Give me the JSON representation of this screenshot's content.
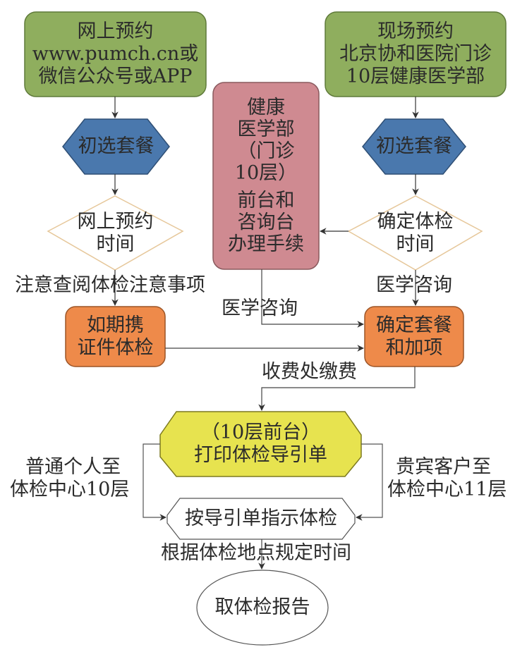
{
  "colors": {
    "green": "#8fae5e",
    "blue": "#4a78ad",
    "pink": "#cf8a91",
    "orange": "#ee8a4a",
    "yellow": "#e7e34f",
    "diamond_stroke": "#e6c79a",
    "line": "#444444"
  },
  "nodes": {
    "online_booking": {
      "lines": [
        "网上预约",
        "www.pumch.cn或",
        "微信公众号或APP"
      ]
    },
    "onsite_booking": {
      "lines": [
        "现场预约",
        "北京协和医院门诊",
        "10层健康医学部"
      ]
    },
    "health_dept": {
      "lines": [
        "健康",
        "医学部",
        "（门诊",
        "10层）",
        "前台和",
        "咨询台",
        "办理手续"
      ]
    },
    "select_package_left": {
      "text": "初选套餐"
    },
    "select_package_right": {
      "text": "初选套餐"
    },
    "online_time": {
      "lines": [
        "网上预约",
        "时间"
      ]
    },
    "confirm_time": {
      "lines": [
        "确定体检",
        "时间"
      ]
    },
    "bring_id": {
      "lines": [
        "如期携",
        "证件体检"
      ]
    },
    "confirm_package": {
      "lines": [
        "确定套餐",
        "和加项"
      ]
    },
    "print_guide": {
      "lines": [
        "（10层前台）",
        "打印体检导引单"
      ]
    },
    "follow_guide": {
      "text": "按导引单指示体检"
    },
    "get_report": {
      "text": "取体检报告"
    }
  },
  "edge_labels": {
    "notice": "注意查阅体检注意事项",
    "consult_left": "医学咨询",
    "consult_right": "医学咨询",
    "payment": "收费处缴费",
    "regular": [
      "普通个人至",
      "体检中心10层"
    ],
    "vip": [
      "贵宾客户至",
      "体检中心11层"
    ],
    "report_time": "根据体检地点规定时间"
  }
}
